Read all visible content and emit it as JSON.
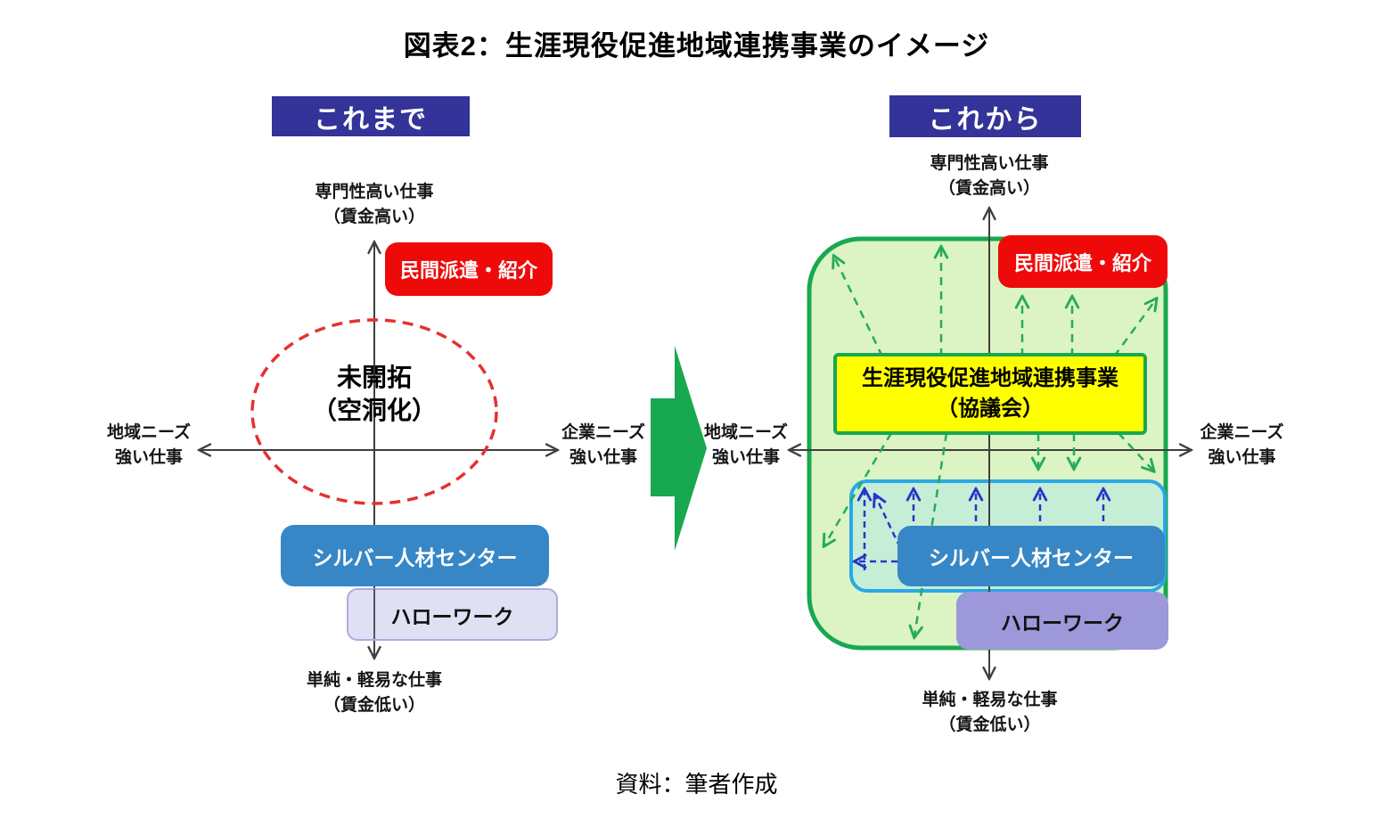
{
  "figure": {
    "title": "図表2：生涯現役促進地域連携事業のイメージ",
    "source": "資料：筆者作成"
  },
  "axis_labels": {
    "top": "専門性高い仕事\n（賃金高い）",
    "bottom": "単純・軽易な仕事\n（賃金低い）",
    "left": "地域ニーズ\n強い仕事",
    "right": "企業ニーズ\n強い仕事"
  },
  "panels": {
    "before": {
      "header": "これまで",
      "untapped_label": "未開拓\n（空洞化）",
      "boxes": {
        "private_agency": "民間派遣・紹介",
        "silver_center": "シルバー人材センター",
        "hellowork": "ハローワーク"
      }
    },
    "after": {
      "header": "これから",
      "boxes": {
        "private_agency": "民間派遣・紹介",
        "project": "生涯現役促進地域連携事業\n（協議会）",
        "silver_center": "シルバー人材センター",
        "hellowork": "ハローワーク"
      }
    }
  },
  "colors": {
    "header_bg": "#333399",
    "red_box": "#EF0A0A",
    "blue_box": "#3787C6",
    "lavender_box": "#E0E0F4",
    "purple_box": "#9C98DA",
    "yellow_box": "#FFFF00",
    "green_border": "#17A850",
    "green_fill": "#DCF3C4",
    "teal_fill": "#C6EDD6",
    "teal_border": "#29A8E8",
    "transition_arrow": "#17A850",
    "dashed_green": "#25AC58",
    "dashed_blue": "#2438C8",
    "dashed_red_ellipse": "#E6302F",
    "axis_line": "#3f3f3f"
  }
}
